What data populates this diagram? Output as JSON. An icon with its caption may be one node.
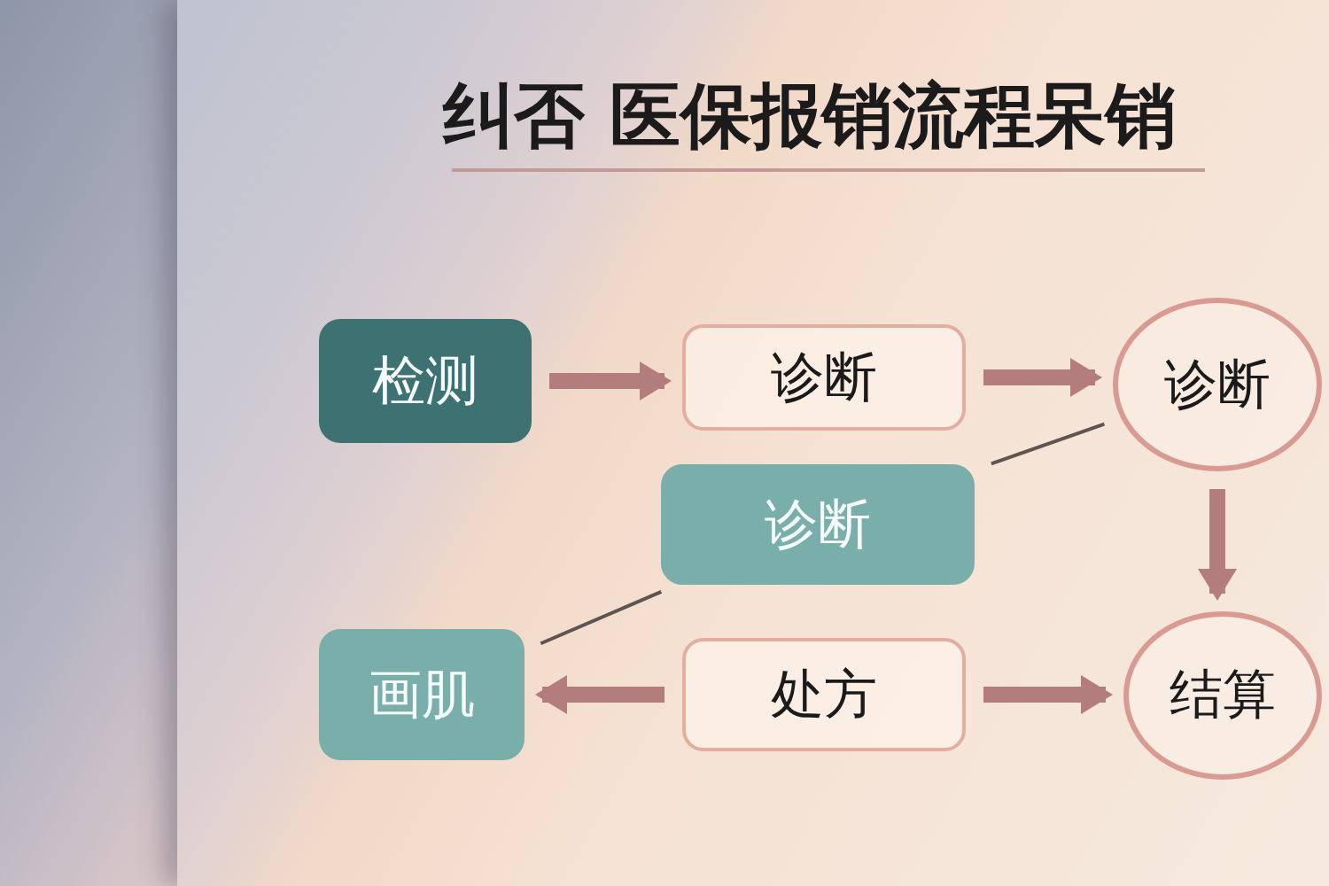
{
  "diagram": {
    "title": "纠否 医保报销流程呆销",
    "nodes": [
      {
        "text": [
          "检测"
        ]
      },
      {
        "text": [
          "诊断"
        ]
      },
      {
        "text": [
          "诊断"
        ]
      },
      {
        "text": [
          "诊断"
        ]
      },
      {
        "text": [
          "画肌"
        ]
      },
      {
        "text": [
          "处方"
        ]
      },
      {
        "text": [
          "结算"
        ]
      }
    ],
    "edges": [
      {
        "from": 0,
        "to": 1,
        "arrow": "to"
      },
      {
        "from": 1,
        "to": 2,
        "arrow": "to"
      },
      {
        "from": 3,
        "to": 2,
        "arrow": "none",
        "color": "#5e5552"
      },
      {
        "from": 3,
        "to": 4,
        "arrow": "none",
        "color": "#5e5552"
      },
      {
        "from": 2,
        "to": 6,
        "arrow": "to"
      },
      {
        "from": 5,
        "to": 4,
        "arrow": "to"
      },
      {
        "from": 5,
        "to": 6,
        "arrow": "to"
      }
    ]
  }
}
